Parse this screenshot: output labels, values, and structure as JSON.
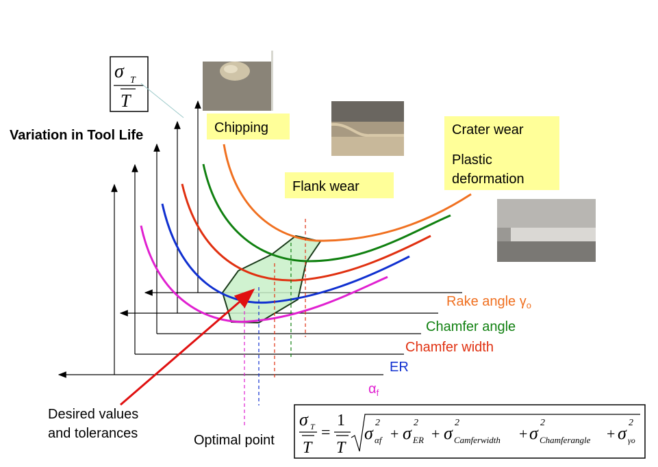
{
  "title": "Variation in Tool Life",
  "wear_labels": {
    "chipping": "Chipping",
    "flank": "Flank wear",
    "crater": "Crater wear",
    "plastic_1": "Plastic",
    "plastic_2": "deformation"
  },
  "axes": [
    {
      "label": "Rake angle γ",
      "sub": "o",
      "color": "#f07020"
    },
    {
      "label": "Chamfer angle",
      "sub": "",
      "color": "#108010"
    },
    {
      "label": "Chamfer width",
      "sub": "",
      "color": "#e03010"
    },
    {
      "label": "ER",
      "sub": "",
      "color": "#1030d0"
    },
    {
      "label": "α",
      "sub": "f",
      "color": "#e020d0"
    }
  ],
  "annotations": {
    "desired_1": "Desired values",
    "desired_2": "and tolerances",
    "optimal": "Optimal point"
  },
  "formula": {
    "sigma": "σ",
    "sub_T": "T",
    "T": "T",
    "one": "1",
    "equals": "=",
    "terms": [
      {
        "sub": "αf",
        "sup": "2"
      },
      {
        "sub": "ER",
        "sup": "2"
      },
      {
        "sub": "Camferwidth",
        "sup": "2"
      },
      {
        "sub": "Chamferangle",
        "sup": "2"
      },
      {
        "sub": "γo",
        "sup": "2"
      }
    ]
  },
  "colors": {
    "rake": "#f07020",
    "chamfer_angle": "#108010",
    "chamfer_width": "#e03010",
    "er": "#1030d0",
    "alpha": "#e020d0",
    "arrow": "#e01010",
    "label_bg": "#ffff99",
    "region_fill": "#c8f0c8",
    "region_stroke": "#1a3a1a"
  }
}
